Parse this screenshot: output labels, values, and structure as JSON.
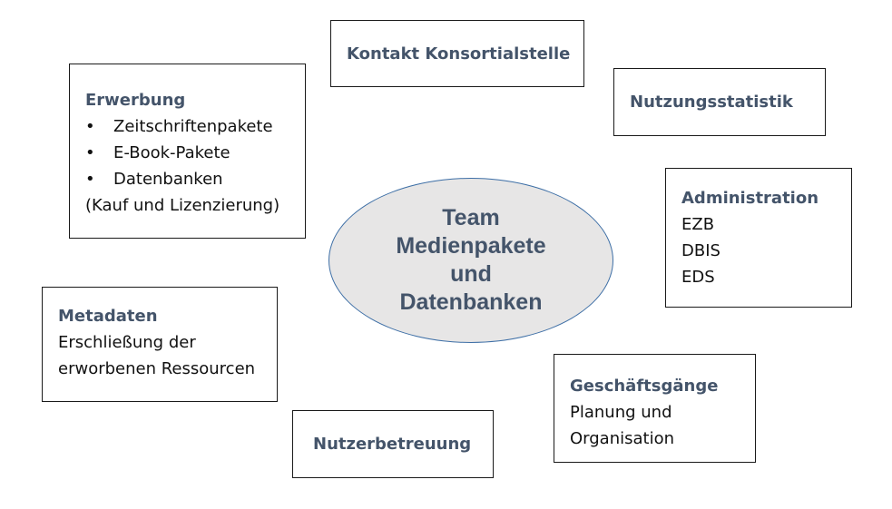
{
  "center": {
    "lines": [
      "Team",
      "Medienpakete",
      "und",
      "Datenbanken"
    ]
  },
  "boxes": {
    "kontakt": {
      "title": "Kontakt Konsortialstelle"
    },
    "nutzungsstatistik": {
      "title": "Nutzungsstatistik"
    },
    "erwerbung": {
      "title": "Erwerbung",
      "bullets": [
        "Zeitschriftenpakete",
        "E-Book-Pakete",
        "Datenbanken"
      ],
      "note": "(Kauf und Lizenzierung)"
    },
    "administration": {
      "title": "Administration",
      "lines": [
        "EZB",
        "DBIS",
        "EDS"
      ]
    },
    "metadaten": {
      "title": "Metadaten",
      "lines": [
        "Erschließung der",
        "erworbenen Ressourcen"
      ]
    },
    "geschaeftsgaenge": {
      "title": "Geschäftsgänge",
      "lines": [
        "Planung und",
        "Organisation"
      ]
    },
    "nutzerbetreuung": {
      "title": "Nutzerbetreuung"
    }
  },
  "bullet_symbol": "•",
  "colors": {
    "title_text": "#44546a",
    "body_text": "#111111",
    "box_border": "#1a1a1a",
    "ellipse_fill": "#e7e6e6",
    "ellipse_border": "#3e6fa6"
  }
}
